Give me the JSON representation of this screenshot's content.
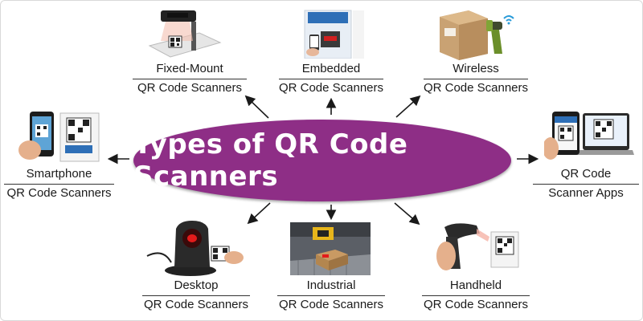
{
  "center": {
    "title": "Types of QR Code Scanners"
  },
  "nodes": [
    {
      "id": "fixed-mount",
      "line1": "Fixed-Mount",
      "line2": "QR Code Scanners"
    },
    {
      "id": "embedded",
      "line1": "Embedded",
      "line2": "QR Code Scanners"
    },
    {
      "id": "wireless",
      "line1": "Wireless",
      "line2": "QR Code Scanners"
    },
    {
      "id": "smartphone",
      "line1": "Smartphone",
      "line2": "QR Code Scanners"
    },
    {
      "id": "apps",
      "line1": "QR Code",
      "line2": "Scanner Apps"
    },
    {
      "id": "desktop",
      "line1": "Desktop",
      "line2": "QR Code Scanners"
    },
    {
      "id": "industrial",
      "line1": "Industrial",
      "line2": "QR Code Scanners"
    },
    {
      "id": "handheld",
      "line1": "Handheld",
      "line2": "QR Code Scanners"
    }
  ],
  "colors": {
    "center_fill": "#8e2e86",
    "center_text": "#ffffff",
    "arrow": "#1a1a1a"
  },
  "icons": [
    "fixed-mount-scanner-icon",
    "kiosk-scanner-icon",
    "wireless-scanner-icon",
    "smartphone-scan-icon",
    "scanner-app-icon",
    "desktop-scanner-icon",
    "industrial-scanner-icon",
    "handheld-scanner-icon"
  ]
}
